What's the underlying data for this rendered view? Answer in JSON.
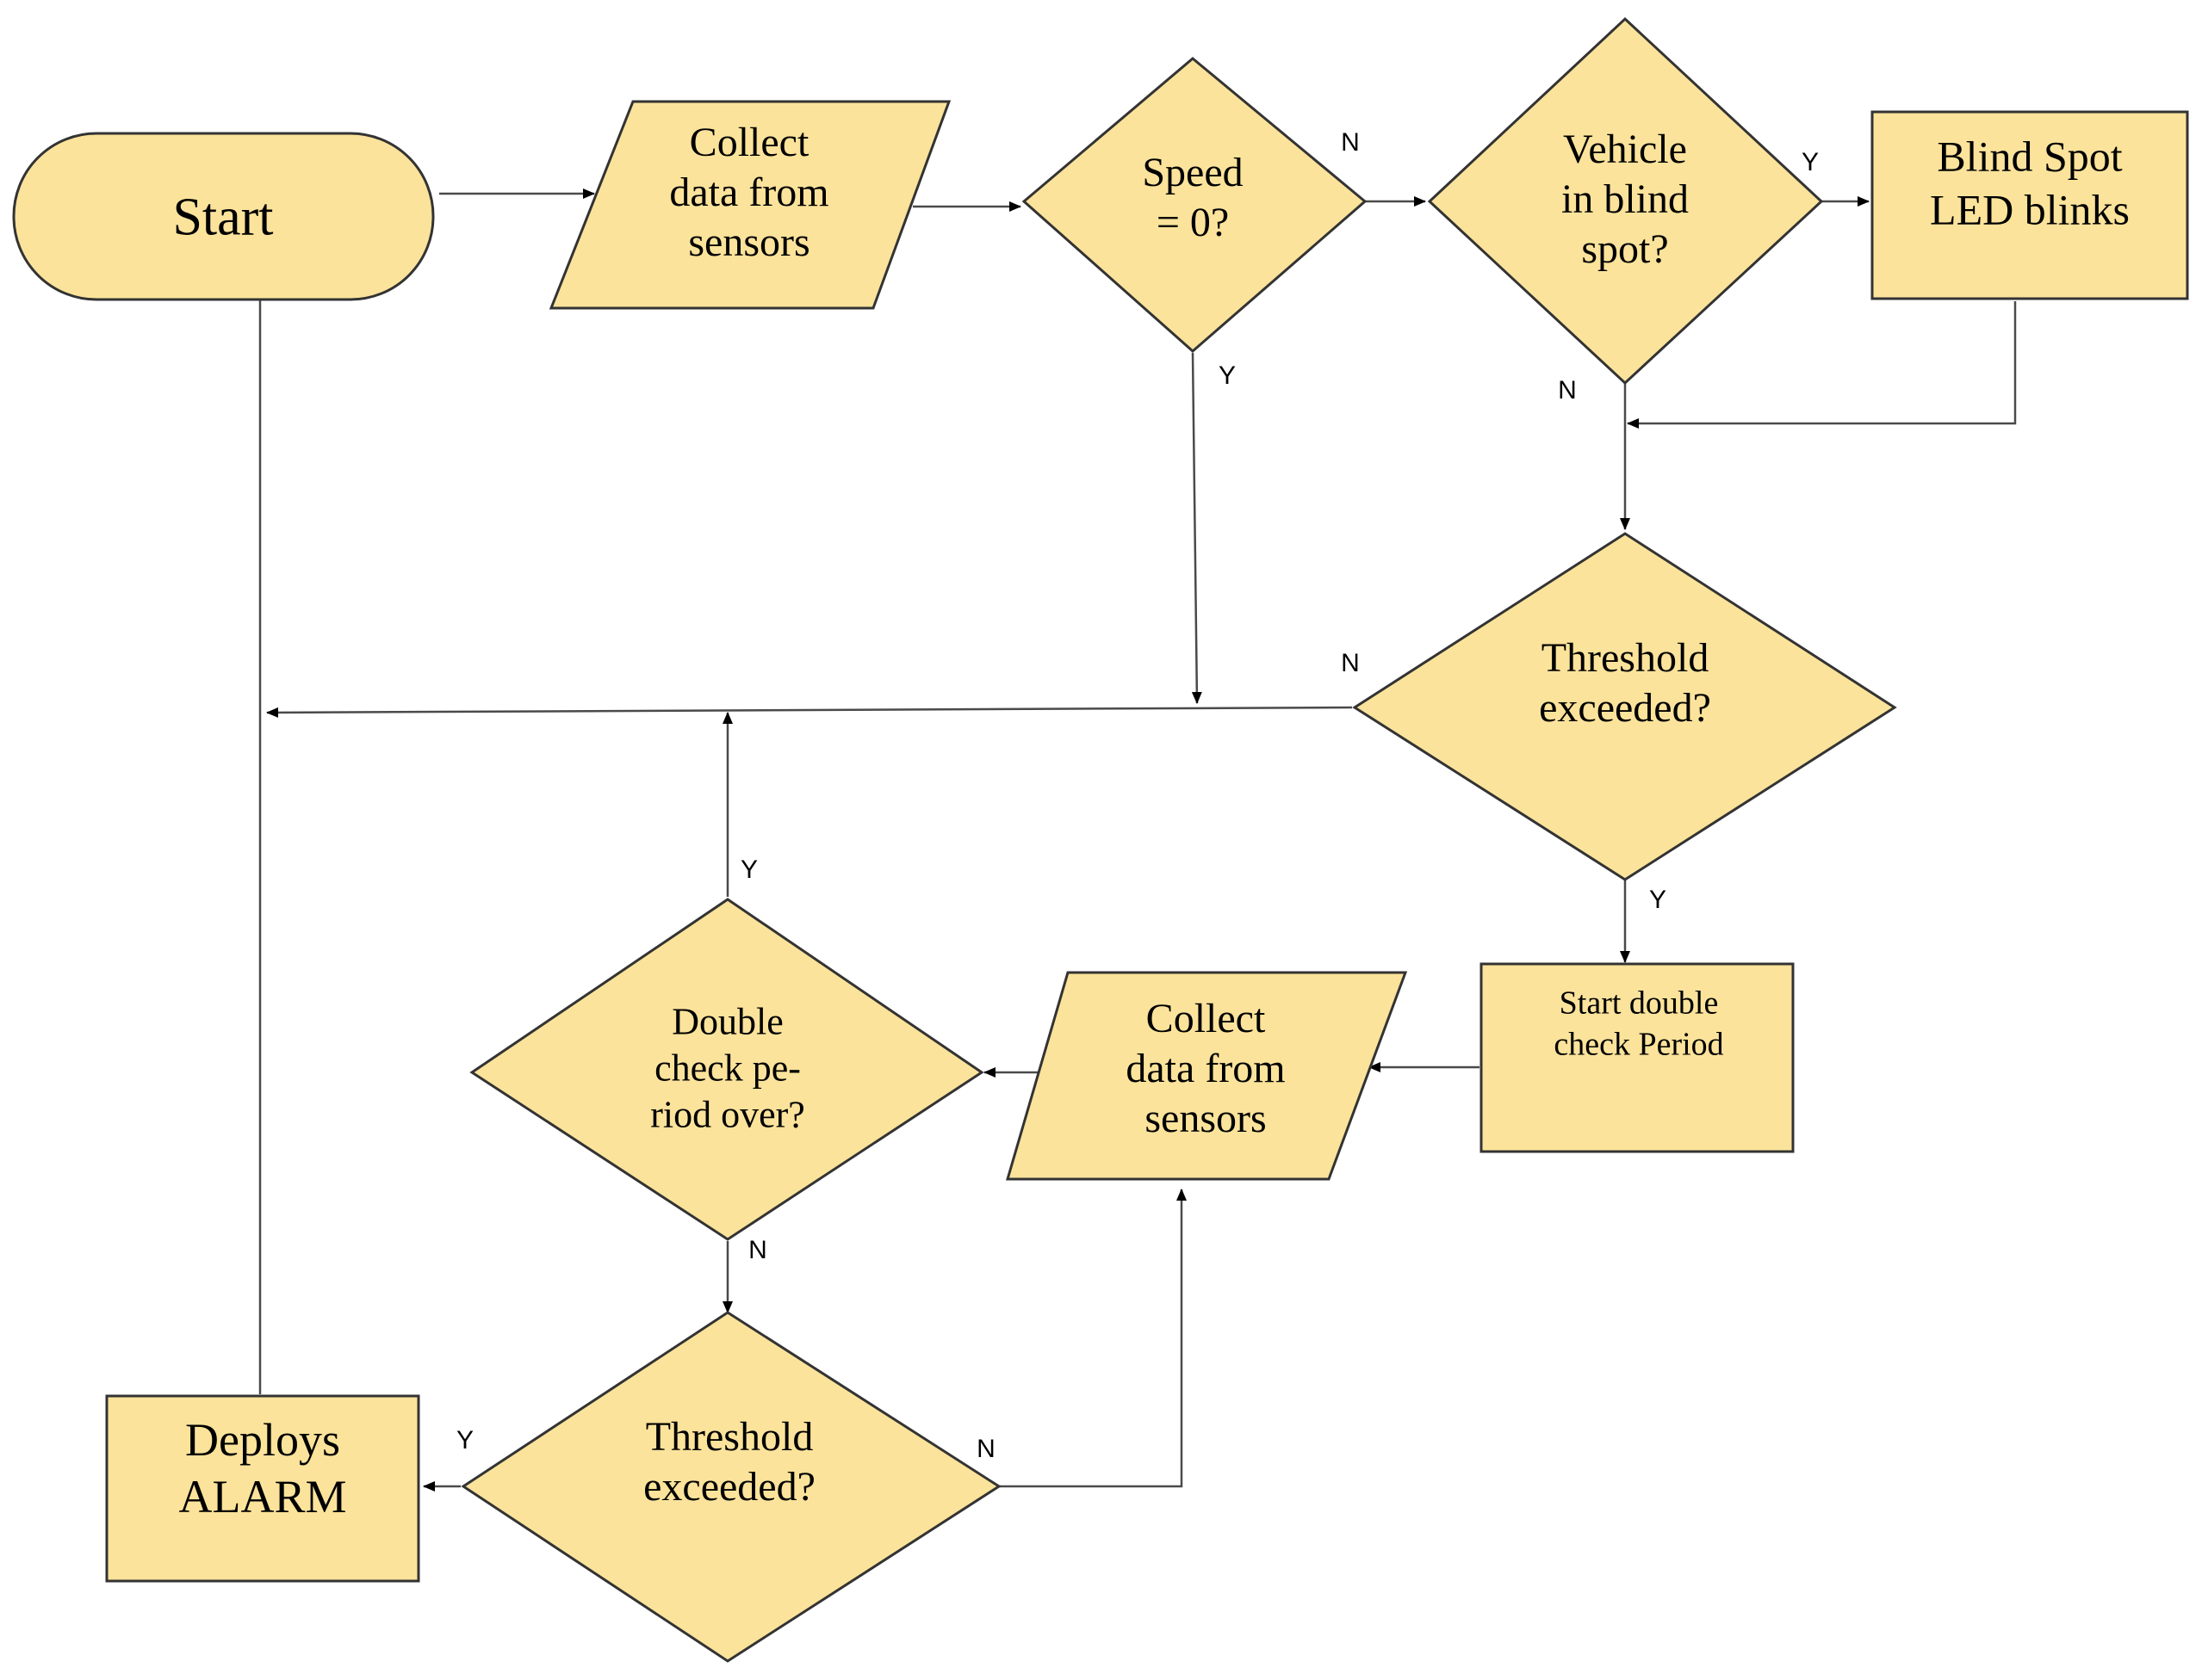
{
  "nodes": {
    "start": {
      "lines": [
        "Start"
      ]
    },
    "collect_1": {
      "lines": [
        "Collect",
        "data from",
        "sensors"
      ]
    },
    "speed": {
      "lines": [
        "Speed",
        "= 0?"
      ]
    },
    "vehicle": {
      "lines": [
        "Vehicle",
        "in blind",
        "spot?"
      ]
    },
    "blindspot": {
      "lines": [
        "Blind Spot",
        "LED blinks"
      ]
    },
    "threshold_1": {
      "lines": [
        "Threshold",
        "exceeded?"
      ]
    },
    "start_double": {
      "lines": [
        "Start double",
        "check Period"
      ]
    },
    "collect_2": {
      "lines": [
        "Collect",
        "data from",
        "sensors"
      ]
    },
    "double_check": {
      "lines": [
        "Double",
        "check pe-",
        "riod over?"
      ]
    },
    "threshold_2": {
      "lines": [
        "Threshold",
        "exceeded?"
      ]
    },
    "alarm": {
      "lines": [
        "Deploys",
        "ALARM"
      ]
    }
  },
  "branch_labels": {
    "speed_n": "N",
    "speed_y": "Y",
    "vehicle_y": "Y",
    "vehicle_n": "N",
    "threshold1_n": "N",
    "threshold1_y": "Y",
    "double_check_y": "Y",
    "double_check_n": "N",
    "threshold2_y": "Y",
    "threshold2_n": "N"
  }
}
